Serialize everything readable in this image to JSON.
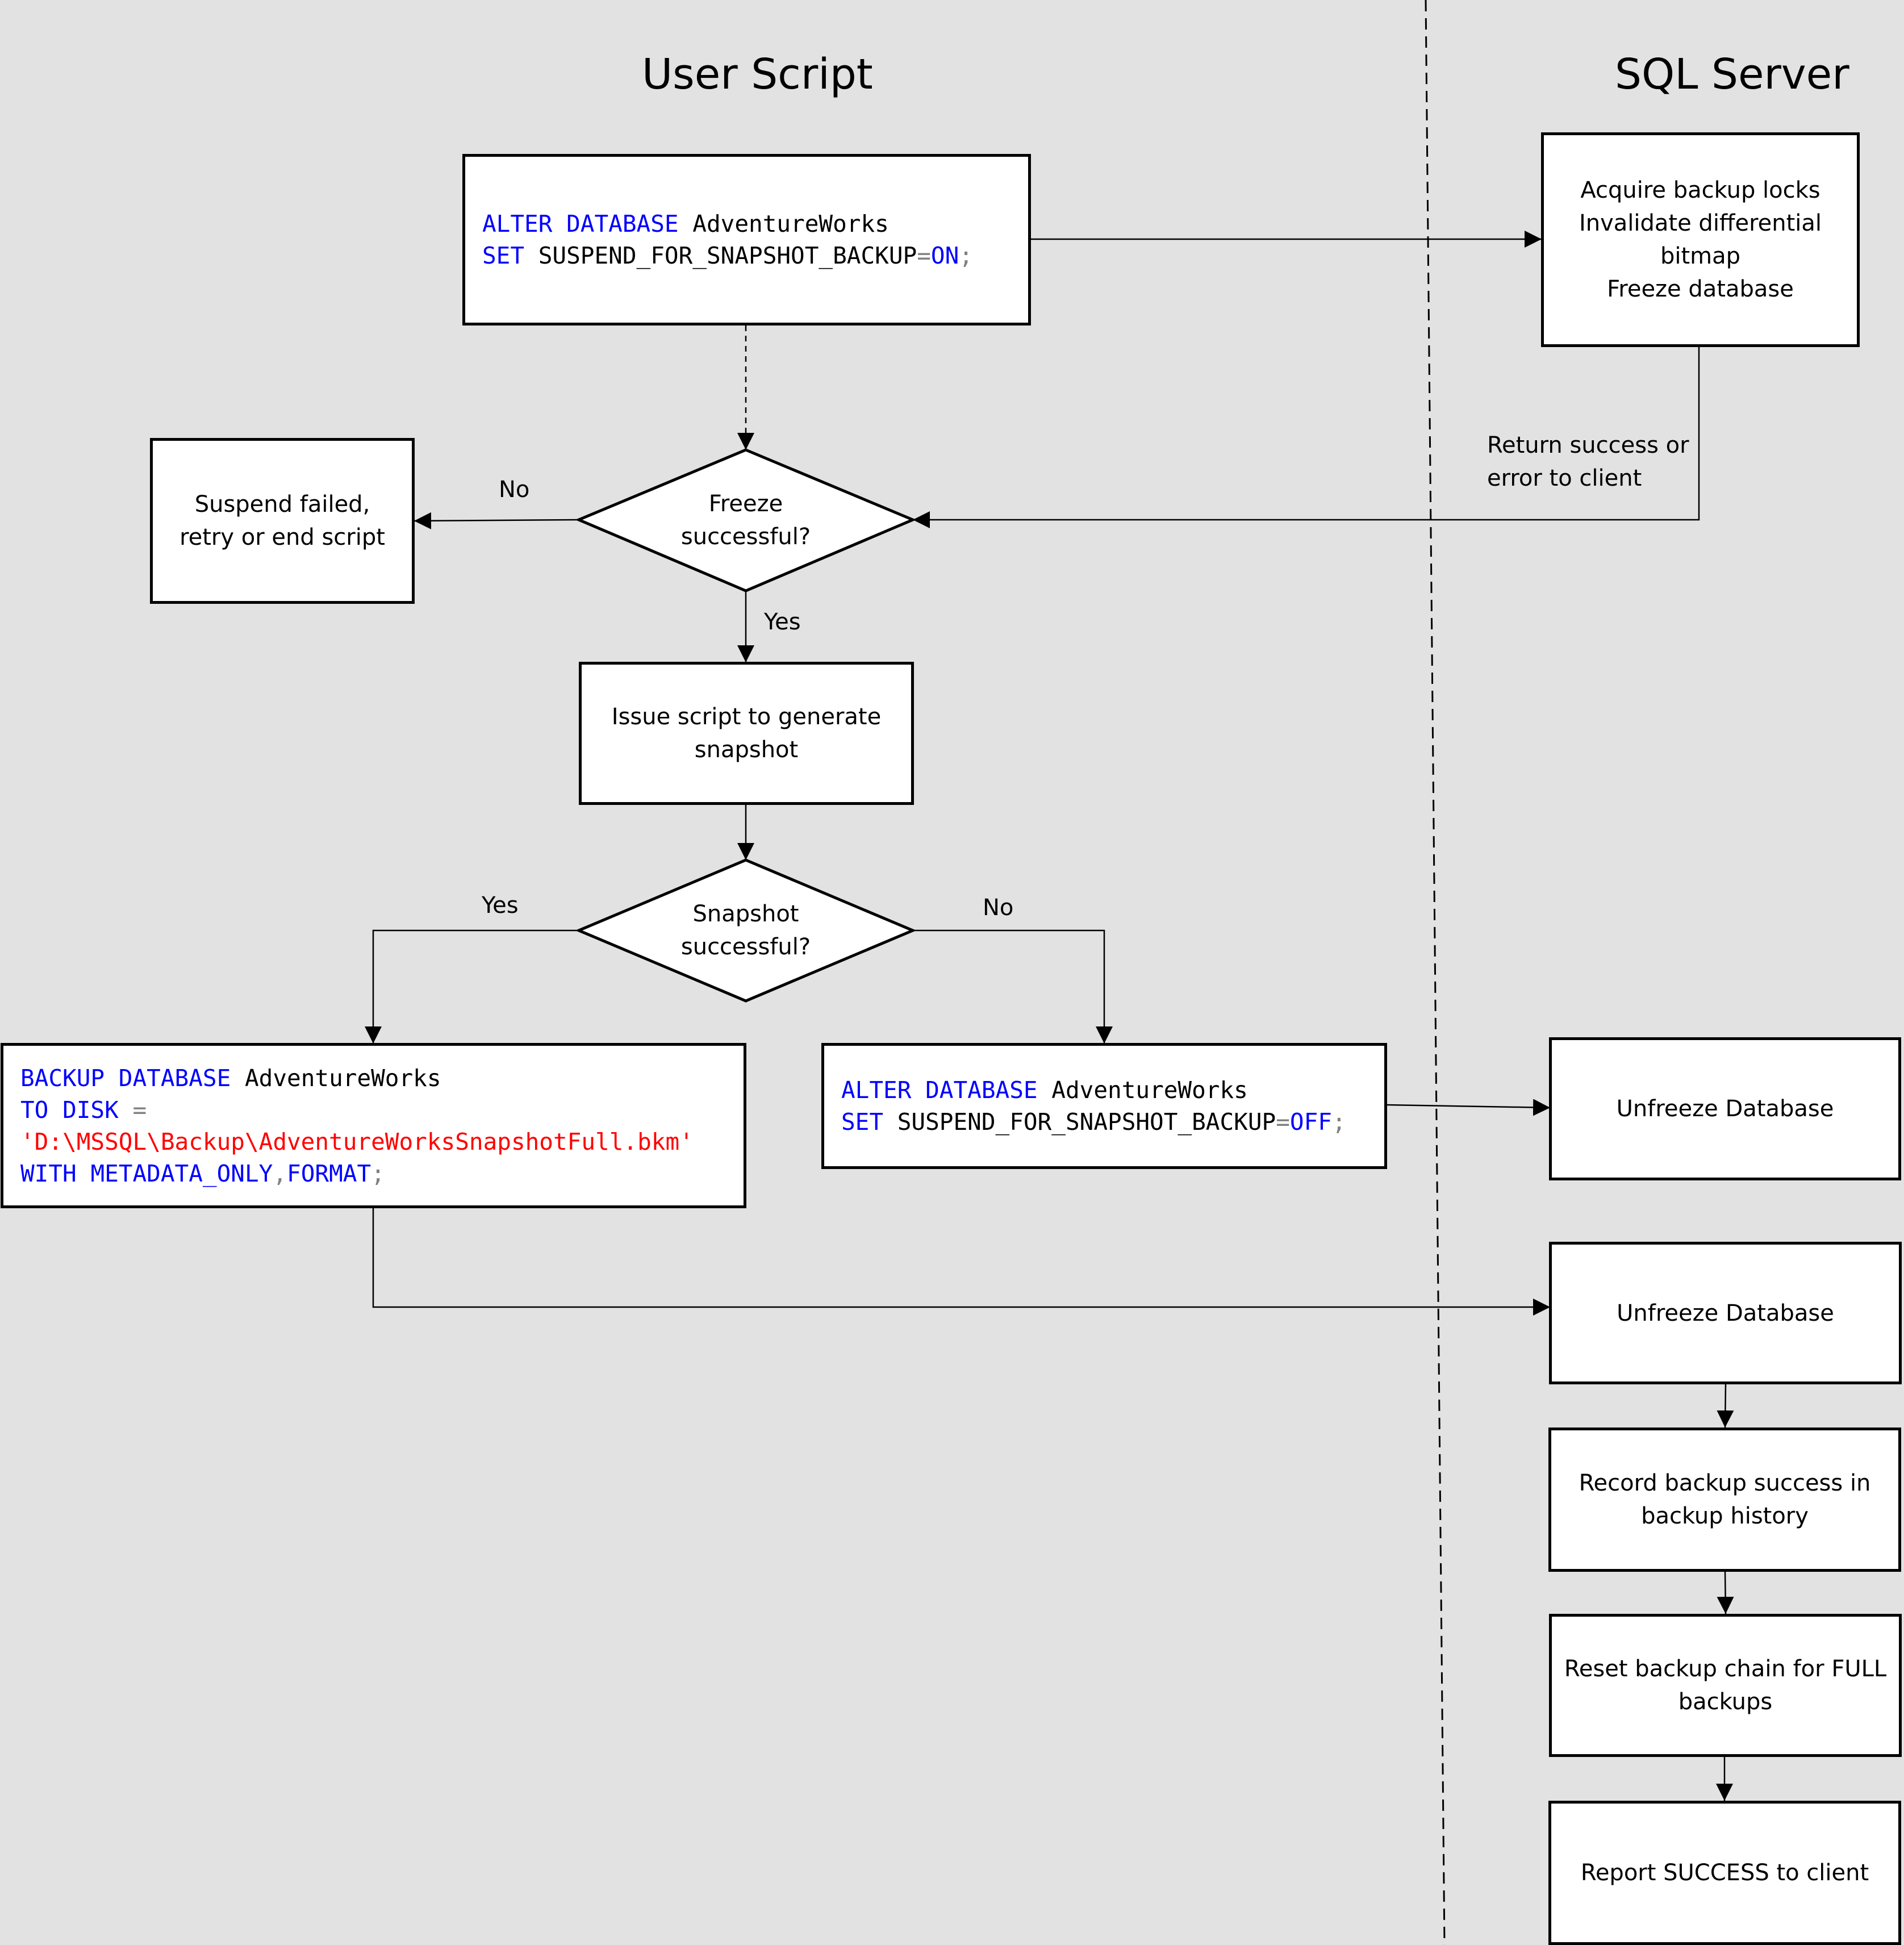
{
  "lanes": {
    "user_script": "User Script",
    "sql_server": "SQL Server"
  },
  "nodes": {
    "alter_on": {
      "line1": [
        "ALTER",
        " ",
        "DATABASE",
        " AdventureWorks"
      ],
      "line2": [
        "SET",
        " SUSPEND_FOR_SNAPSHOT_BACKUP",
        "=",
        "ON",
        ";"
      ]
    },
    "acquire": [
      "Acquire backup locks",
      "Invalidate differential",
      "bitmap",
      "Freeze database"
    ],
    "freeze_decision": [
      "Freeze",
      "successful?"
    ],
    "suspend_failed": [
      "Suspend failed,",
      "retry or end script"
    ],
    "issue_script": [
      "Issue script to generate",
      "snapshot"
    ],
    "snapshot_decision": [
      "Snapshot",
      "successful?"
    ],
    "backup": {
      "line1": [
        "BACKUP",
        " ",
        "DATABASE",
        " AdventureWorks"
      ],
      "line2": [
        "TO",
        " ",
        "DISK",
        " ",
        "="
      ],
      "line3": "'D:\\MSSQL\\Backup\\AdventureWorksSnapshotFull.bkm'",
      "line4": [
        "WITH",
        " ",
        "METADATA_ONLY",
        ",",
        "FORMAT",
        ";"
      ]
    },
    "alter_off": {
      "line1": [
        "ALTER",
        " ",
        "DATABASE",
        " AdventureWorks"
      ],
      "line2": [
        "SET",
        " SUSPEND_FOR_SNAPSHOT_BACKUP",
        "=",
        "OFF",
        ";"
      ]
    },
    "unfreeze_1": "Unfreeze Database",
    "unfreeze_2": "Unfreeze Database",
    "record": [
      "Record backup success in",
      "backup history"
    ],
    "reset": [
      "Reset backup chain for FULL",
      "backups"
    ],
    "report": "Report SUCCESS to client"
  },
  "edges": {
    "return_label": [
      "Return success or",
      "error to client"
    ],
    "freeze_no": "No",
    "freeze_yes": "Yes",
    "snapshot_yes": "Yes",
    "snapshot_no": "No"
  },
  "colors": {
    "background": "#e2e2e2",
    "keyword": "#0000ff",
    "operator": "#808080",
    "string": "#ff0000"
  }
}
